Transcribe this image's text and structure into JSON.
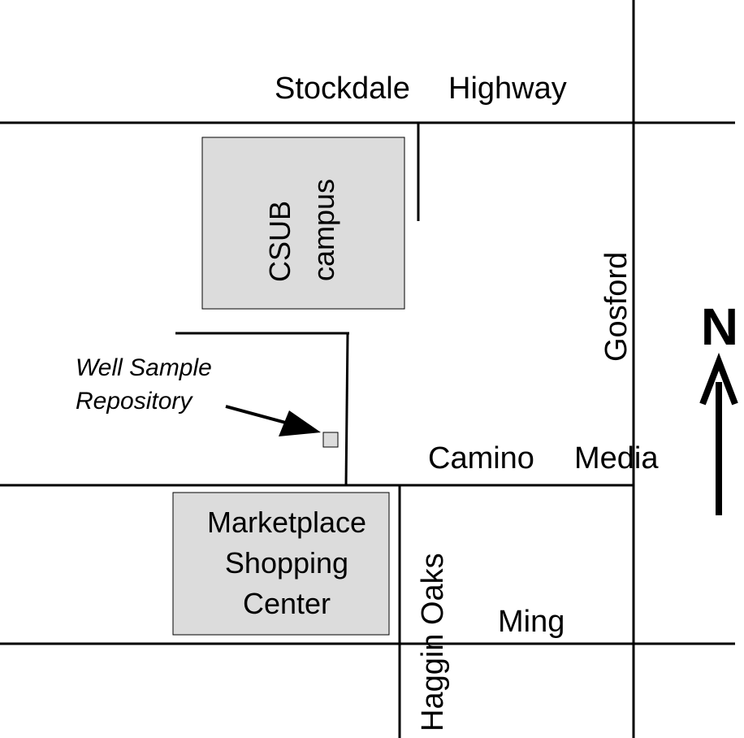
{
  "map": {
    "streets": {
      "stockdale_1": "Stockdale",
      "stockdale_2": "Highway",
      "gosford": "Gosford",
      "camino_1": "Camino",
      "camino_2": "Media",
      "haggin": "Haggin Oaks",
      "ming": "Ming"
    },
    "areas": {
      "csub_1": "CSUB",
      "csub_2": "campus",
      "market_1": "Marketplace",
      "market_2": "Shopping",
      "market_3": "Center"
    },
    "repository": {
      "line1": "Well Sample",
      "line2": "Repository"
    },
    "north_label": "N",
    "colors": {
      "road": "#000000",
      "block_fill": "#dcdcdc",
      "background": "#ffffff"
    }
  }
}
